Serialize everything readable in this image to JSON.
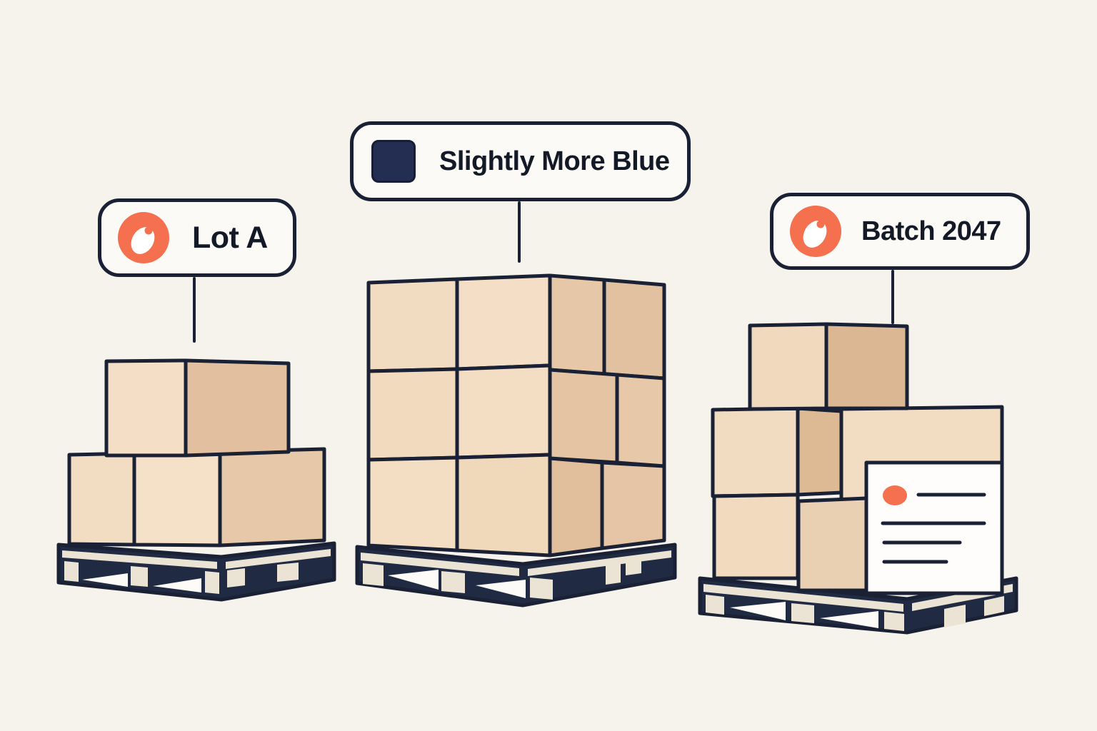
{
  "scene": {
    "description": "Three pallets of stacked cardboard boxes, each with a callout label",
    "background": "#f6f2ec",
    "outline_color": "#1a2135",
    "accent_orange": "#f4704e",
    "swatch_navy": "#242e52",
    "box_front_color": "#f3ddc2",
    "box_side_color": "#e4c3a2",
    "pallet_color": "#202a42",
    "pallet_slat_color": "#ebe3d3",
    "card_background": "#fefdfb"
  },
  "callouts": {
    "lot": {
      "label": "Lot A",
      "icon": "tag-icon"
    },
    "blue": {
      "label": "Slightly More Blue",
      "icon": "swatch-icon"
    },
    "batch": {
      "label": "Batch 2047",
      "icon": "tag-icon"
    }
  }
}
